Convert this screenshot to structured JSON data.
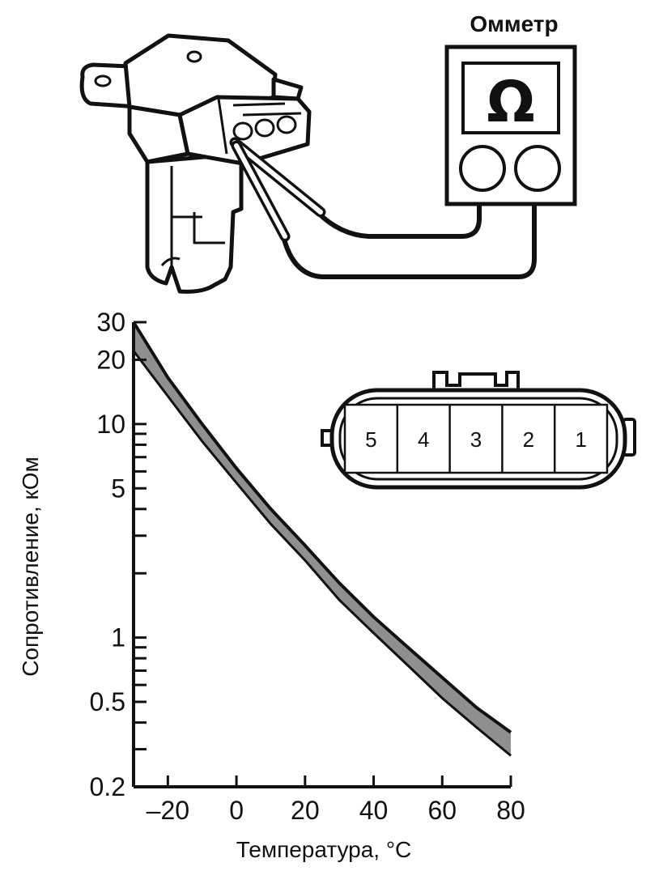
{
  "ohmmeter": {
    "title": "Омметр",
    "symbol": "Ω"
  },
  "connector": {
    "pins": [
      "5",
      "4",
      "3",
      "2",
      "1"
    ]
  },
  "chart_data": {
    "type": "area",
    "xlabel": "Температура, °C",
    "ylabel": "Сопротивление, кОм",
    "y_scale": "log",
    "xlim": [
      -30,
      80
    ],
    "ylim": [
      0.2,
      30
    ],
    "x_ticks": [
      -20,
      0,
      20,
      40,
      60,
      80
    ],
    "y_ticks": [
      {
        "value": 0.2,
        "label": "0.2"
      },
      {
        "value": 0.5,
        "label": "0.5"
      },
      {
        "value": 1,
        "label": "1"
      },
      {
        "value": 5,
        "label": "5"
      },
      {
        "value": 10,
        "label": "10"
      },
      {
        "value": 20,
        "label": "20"
      },
      {
        "value": 30,
        "label": "30"
      }
    ],
    "y_minor_ticks": [
      0.3,
      0.4,
      0.6,
      0.7,
      0.8,
      0.9,
      2,
      3,
      4,
      6,
      7,
      8,
      9
    ],
    "grid": false,
    "band": {
      "x": [
        -30,
        -20,
        -10,
        0,
        10,
        20,
        30,
        40,
        50,
        60,
        70,
        80
      ],
      "upper": [
        30,
        16.5,
        10,
        6.2,
        4.0,
        2.7,
        1.8,
        1.25,
        0.9,
        0.65,
        0.47,
        0.36
      ],
      "lower": [
        22,
        13.5,
        8.3,
        5.3,
        3.4,
        2.3,
        1.5,
        1.05,
        0.74,
        0.52,
        0.38,
        0.28
      ]
    },
    "band_color": "#8f8f8f",
    "line_color": "#111111"
  }
}
